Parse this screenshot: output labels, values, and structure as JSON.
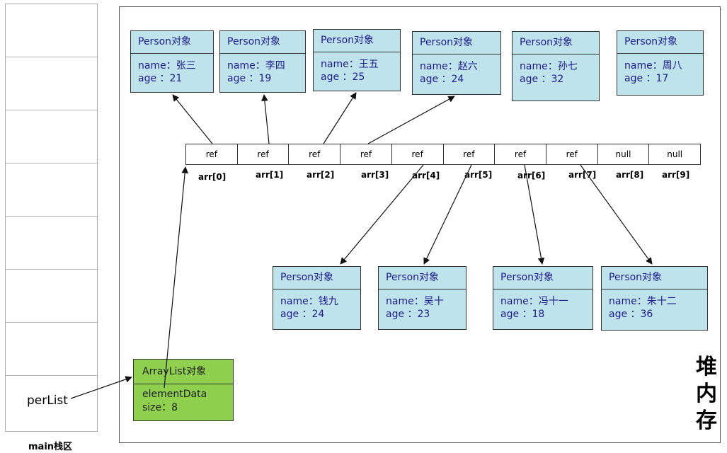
{
  "stack": {
    "var_label": "perList",
    "caption": "main栈区"
  },
  "heap": {
    "label_chars": [
      "堆",
      "内",
      "存"
    ]
  },
  "person_header": "Person对象",
  "persons": [
    {
      "name_label": "name：张三",
      "age_label": "age   ：21"
    },
    {
      "name_label": "name：李四",
      "age_label": "age   ：19"
    },
    {
      "name_label": "name：王五",
      "age_label": "age   ：25"
    },
    {
      "name_label": "name：赵六",
      "age_label": "age   ：24"
    },
    {
      "name_label": "name：孙七",
      "age_label": "age   ：32"
    },
    {
      "name_label": "name：周八",
      "age_label": "age   ：17"
    },
    {
      "name_label": "name：钱九",
      "age_label": "age   ：24"
    },
    {
      "name_label": "name：吴十",
      "age_label": "age   ：23"
    },
    {
      "name_label": "name：冯十一",
      "age_label": "age   ：18"
    },
    {
      "name_label": "name：朱十二",
      "age_label": "age   ：36"
    }
  ],
  "array": {
    "cells": [
      "ref",
      "ref",
      "ref",
      "ref",
      "ref",
      "ref",
      "ref",
      "ref",
      "null",
      "null"
    ],
    "indices": [
      "arr[0]",
      "arr[1]",
      "arr[2]",
      "arr[3]",
      "arr[4]",
      "arr[5]",
      "arr[6]",
      "arr[7]",
      "arr[8]",
      "arr[9]"
    ]
  },
  "arraylist": {
    "header": "ArrayList对象",
    "field1": "elementData",
    "field2": "size：8"
  }
}
